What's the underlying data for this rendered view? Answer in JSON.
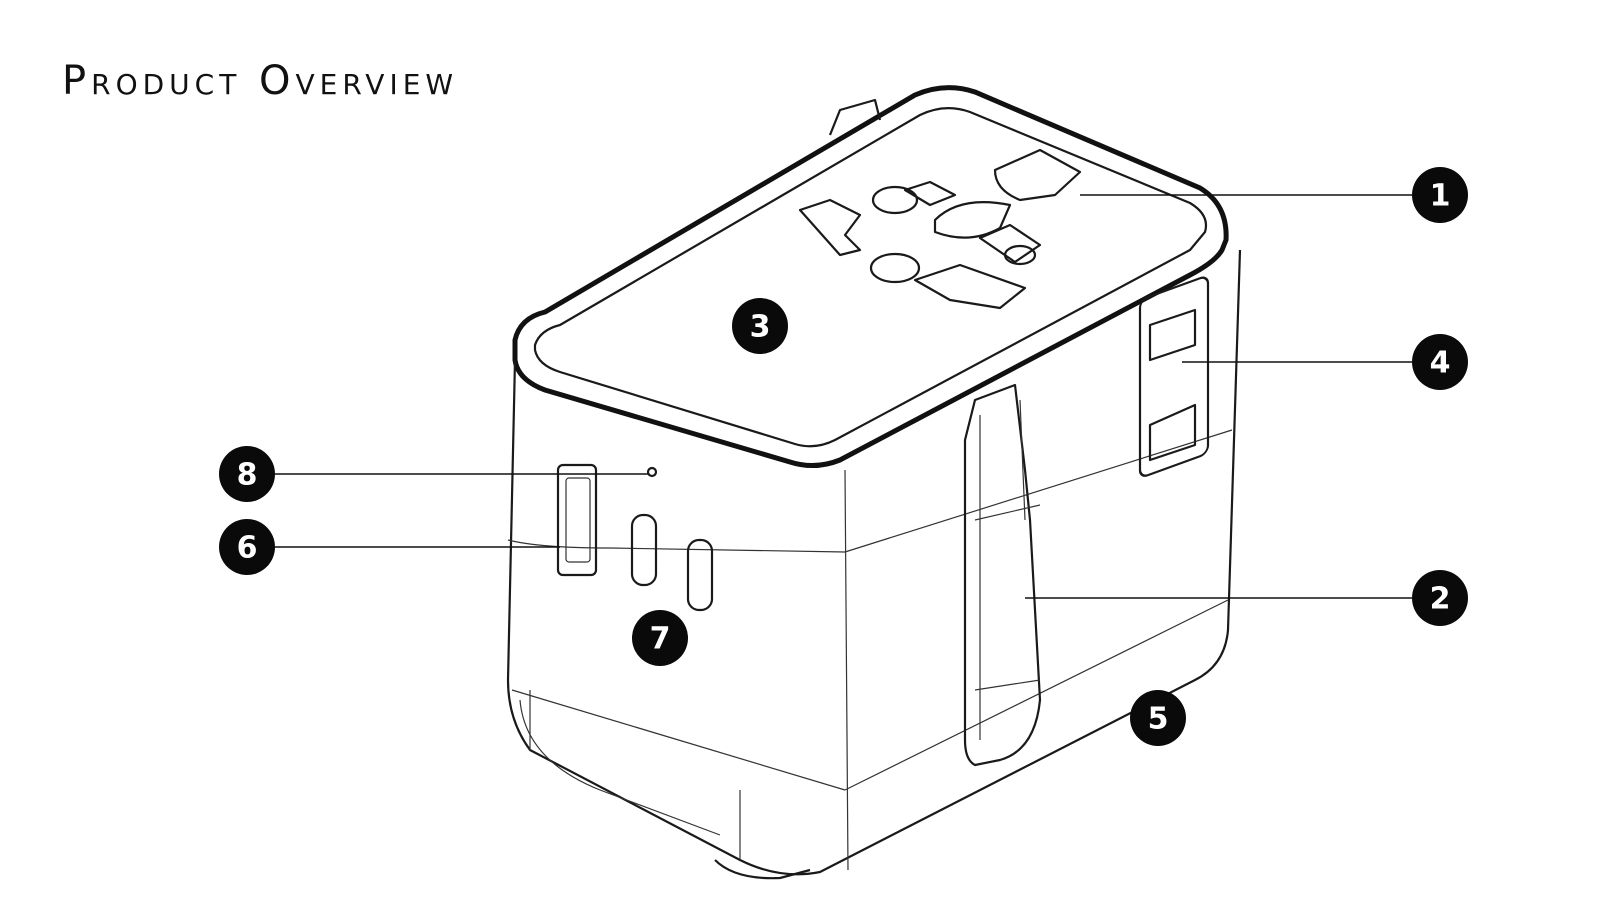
{
  "title": "Product Overview",
  "callouts": {
    "c1": "1",
    "c2": "2",
    "c3": "3",
    "c4": "4",
    "c5": "5",
    "c6": "6",
    "c7": "7",
    "c8": "8"
  }
}
